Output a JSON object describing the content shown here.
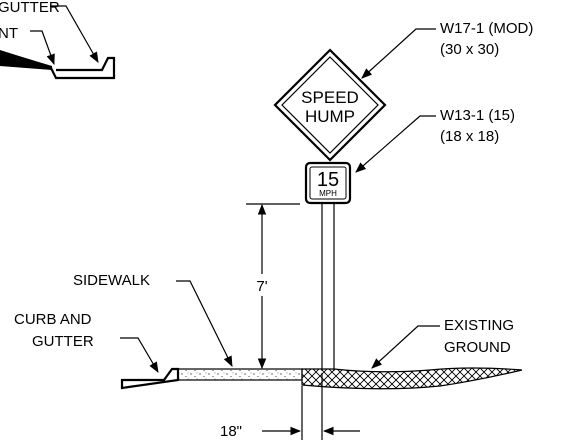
{
  "labels": {
    "top_left_1": "GUTTER",
    "top_left_2": "NT",
    "sign_w17_code": "W17-1 (MOD)",
    "sign_w17_size": "(30 x 30)",
    "sign_w17_line1": "SPEED",
    "sign_w17_line2": "HUMP",
    "sign_w13_code": "W13-1 (15)",
    "sign_w13_size": "(18 x 18)",
    "sign_w13_number": "15",
    "sign_w13_unit": "MPH",
    "height_dim": "7'",
    "sidewalk": "SIDEWALK",
    "curb_line1": "CURB AND",
    "curb_line2": "GUTTER",
    "ground_line1": "EXISTING",
    "ground_line2": "GROUND",
    "offset_dim": "18\""
  }
}
